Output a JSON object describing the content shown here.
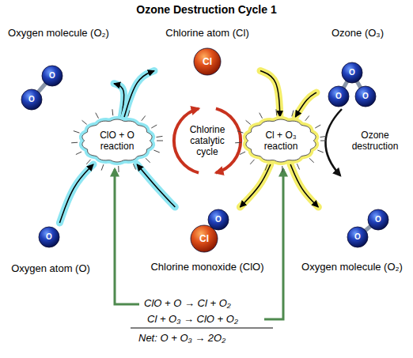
{
  "diagram": {
    "title": "Ozone Destruction Cycle 1",
    "nodes": [
      {
        "text": [
          "Oxygen molecule (O₂)",
          "O",
          "O"
        ]
      },
      {
        "text": [
          "Chlorine atom (Cl)",
          "Cl"
        ]
      },
      {
        "text": [
          "Ozone (O₃)",
          "O",
          "O",
          "O"
        ]
      },
      {
        "text": [
          "ClO + O reaction"
        ]
      },
      {
        "text": [
          "Cl + O₃ reaction"
        ]
      },
      {
        "text": [
          "Oxygen atom (O)",
          "O"
        ]
      },
      {
        "text": [
          "Chlorine monoxide (ClO)",
          "Cl",
          "O"
        ]
      },
      {
        "text": [
          "Oxygen molecule (O₂)",
          "O",
          "O"
        ]
      }
    ],
    "edges": [
      {
        "from": 5,
        "to": 3,
        "arrow": "to"
      },
      {
        "from": 6,
        "to": 3,
        "arrow": "to"
      },
      {
        "from": 3,
        "to": 0,
        "arrow": "to"
      },
      {
        "from": 3,
        "to": 1,
        "arrow": "to"
      },
      {
        "from": 1,
        "to": 4,
        "arrow": "to"
      },
      {
        "from": 2,
        "to": 4,
        "arrow": "to"
      },
      {
        "from": 4,
        "to": 6,
        "arrow": "to"
      },
      {
        "from": 4,
        "to": 7,
        "arrow": "to"
      }
    ],
    "labels": [
      "Chlorine catalytic cycle",
      "Ozone destruction",
      "ClO + O → Cl + O₂",
      "Cl + O₃ → ClO + O₂",
      "Net: O + O₃ → 2O₂"
    ]
  }
}
